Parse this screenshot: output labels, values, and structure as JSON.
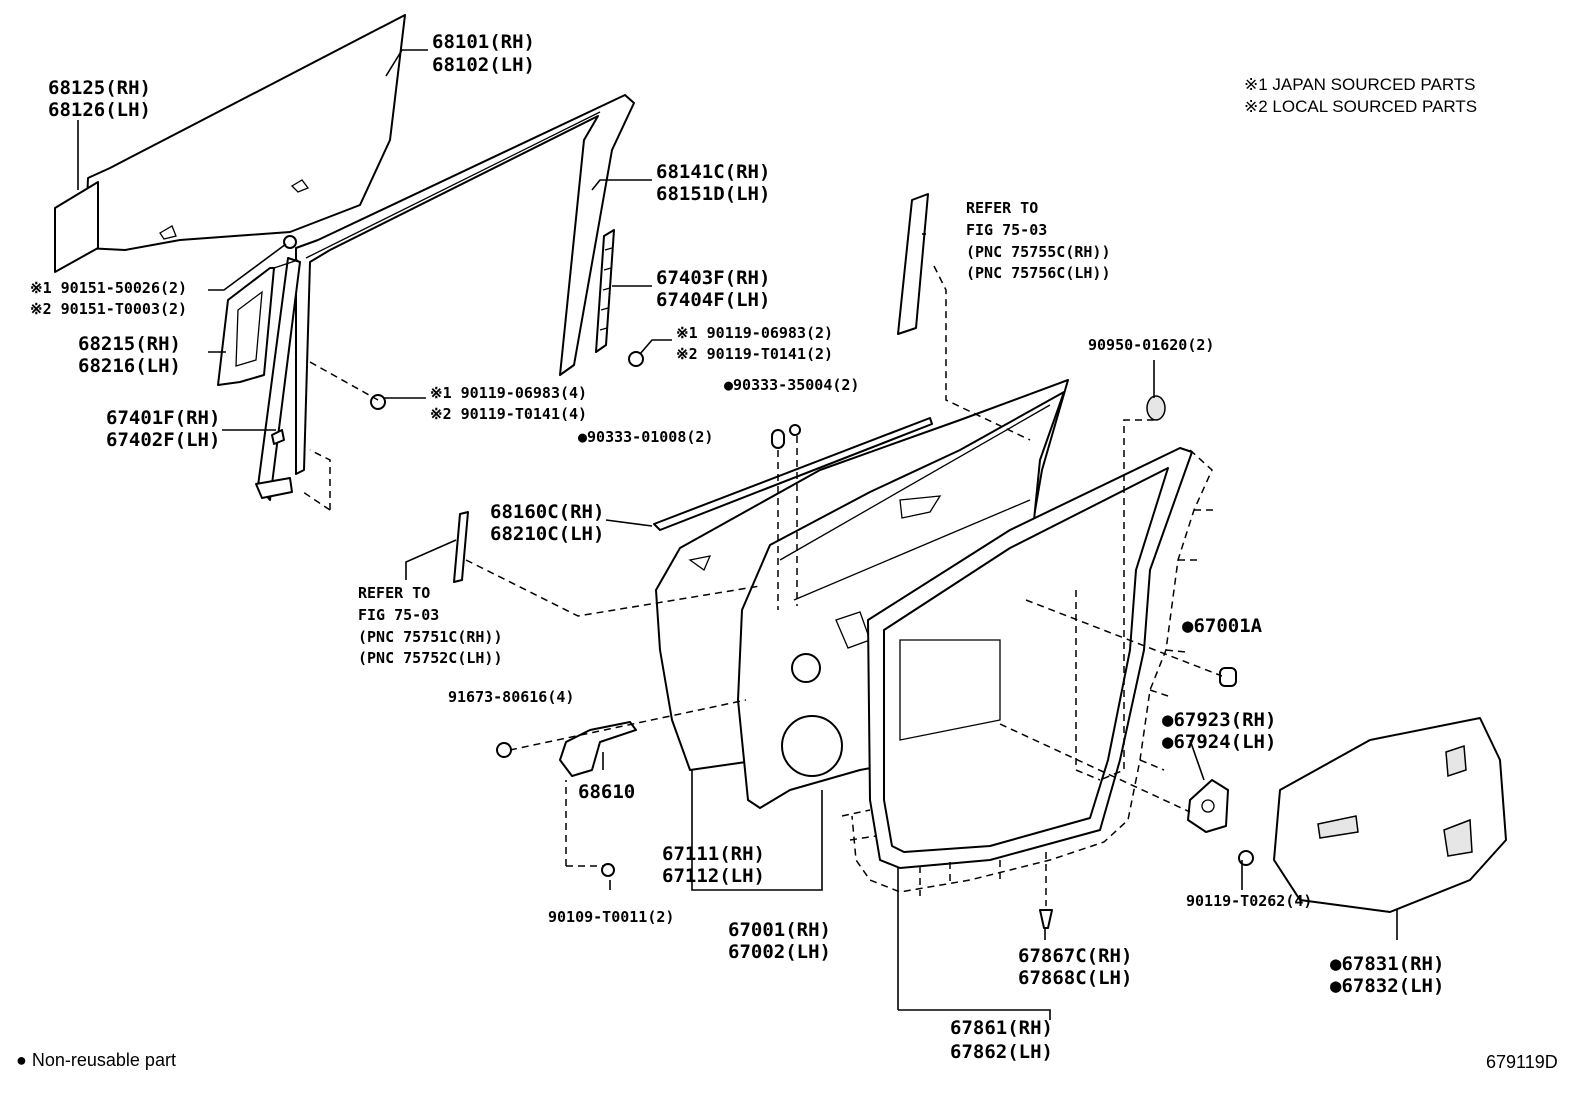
{
  "notes": {
    "japan": "※1 JAPAN SOURCED PARTS",
    "local": "※2 LOCAL SOURCED PARTS"
  },
  "refs": {
    "upper": [
      "REFER TO",
      "FIG 75-03",
      "(PNC 75755C(RH))",
      "(PNC 75756C(LH))"
    ],
    "lower": [
      "REFER TO",
      "FIG 75-03",
      "(PNC 75751C(RH))",
      "(PNC 75752C(LH))"
    ]
  },
  "parts": {
    "p68101": "68101(RH)",
    "p68102": "68102(LH)",
    "p68125": "68125(RH)",
    "p68126": "68126(LH)",
    "p68141c": "68141C(RH)",
    "p68151d": "68151D(LH)",
    "p67403f": "67403F(RH)",
    "p67404f": "67404F(LH)",
    "p90151_1": "※1 90151-50026(2)",
    "p90151_2": "※2 90151-T0003(2)",
    "p68215": "68215(RH)",
    "p68216": "68216(LH)",
    "p90119a_1": "※1 90119-06983(2)",
    "p90119a_2": "※2 90119-T0141(2)",
    "p90950": "90950-01620(2)",
    "p90333_35": "●90333-35004(2)",
    "p90119b_1": "※1 90119-06983(4)",
    "p90119b_2": "※2 90119-T0141(4)",
    "p67401f": "67401F(RH)",
    "p67402f": "67402F(LH)",
    "p90333_01": "●90333-01008(2)",
    "p68160c": "68160C(RH)",
    "p68210c": "68210C(LH)",
    "p67001a": "●67001A",
    "p91673": "91673-80616(4)",
    "p67923": "●67923(RH)",
    "p67924": "●67924(LH)",
    "p68610": "68610",
    "p67111": "67111(RH)",
    "p67112": "67112(LH)",
    "p90119c": "90119-T0262(4)",
    "p90109": "90109-T0011(2)",
    "p67001": "67001(RH)",
    "p67002": "67002(LH)",
    "p67867c": "67867C(RH)",
    "p67868c": "67868C(LH)",
    "p67831": "●67831(RH)",
    "p67832": "●67832(LH)",
    "p67861": "67861(RH)",
    "p67862": "67862(LH)"
  },
  "footer": {
    "legend": "● Non-reusable part",
    "figure_id": "679119D"
  }
}
